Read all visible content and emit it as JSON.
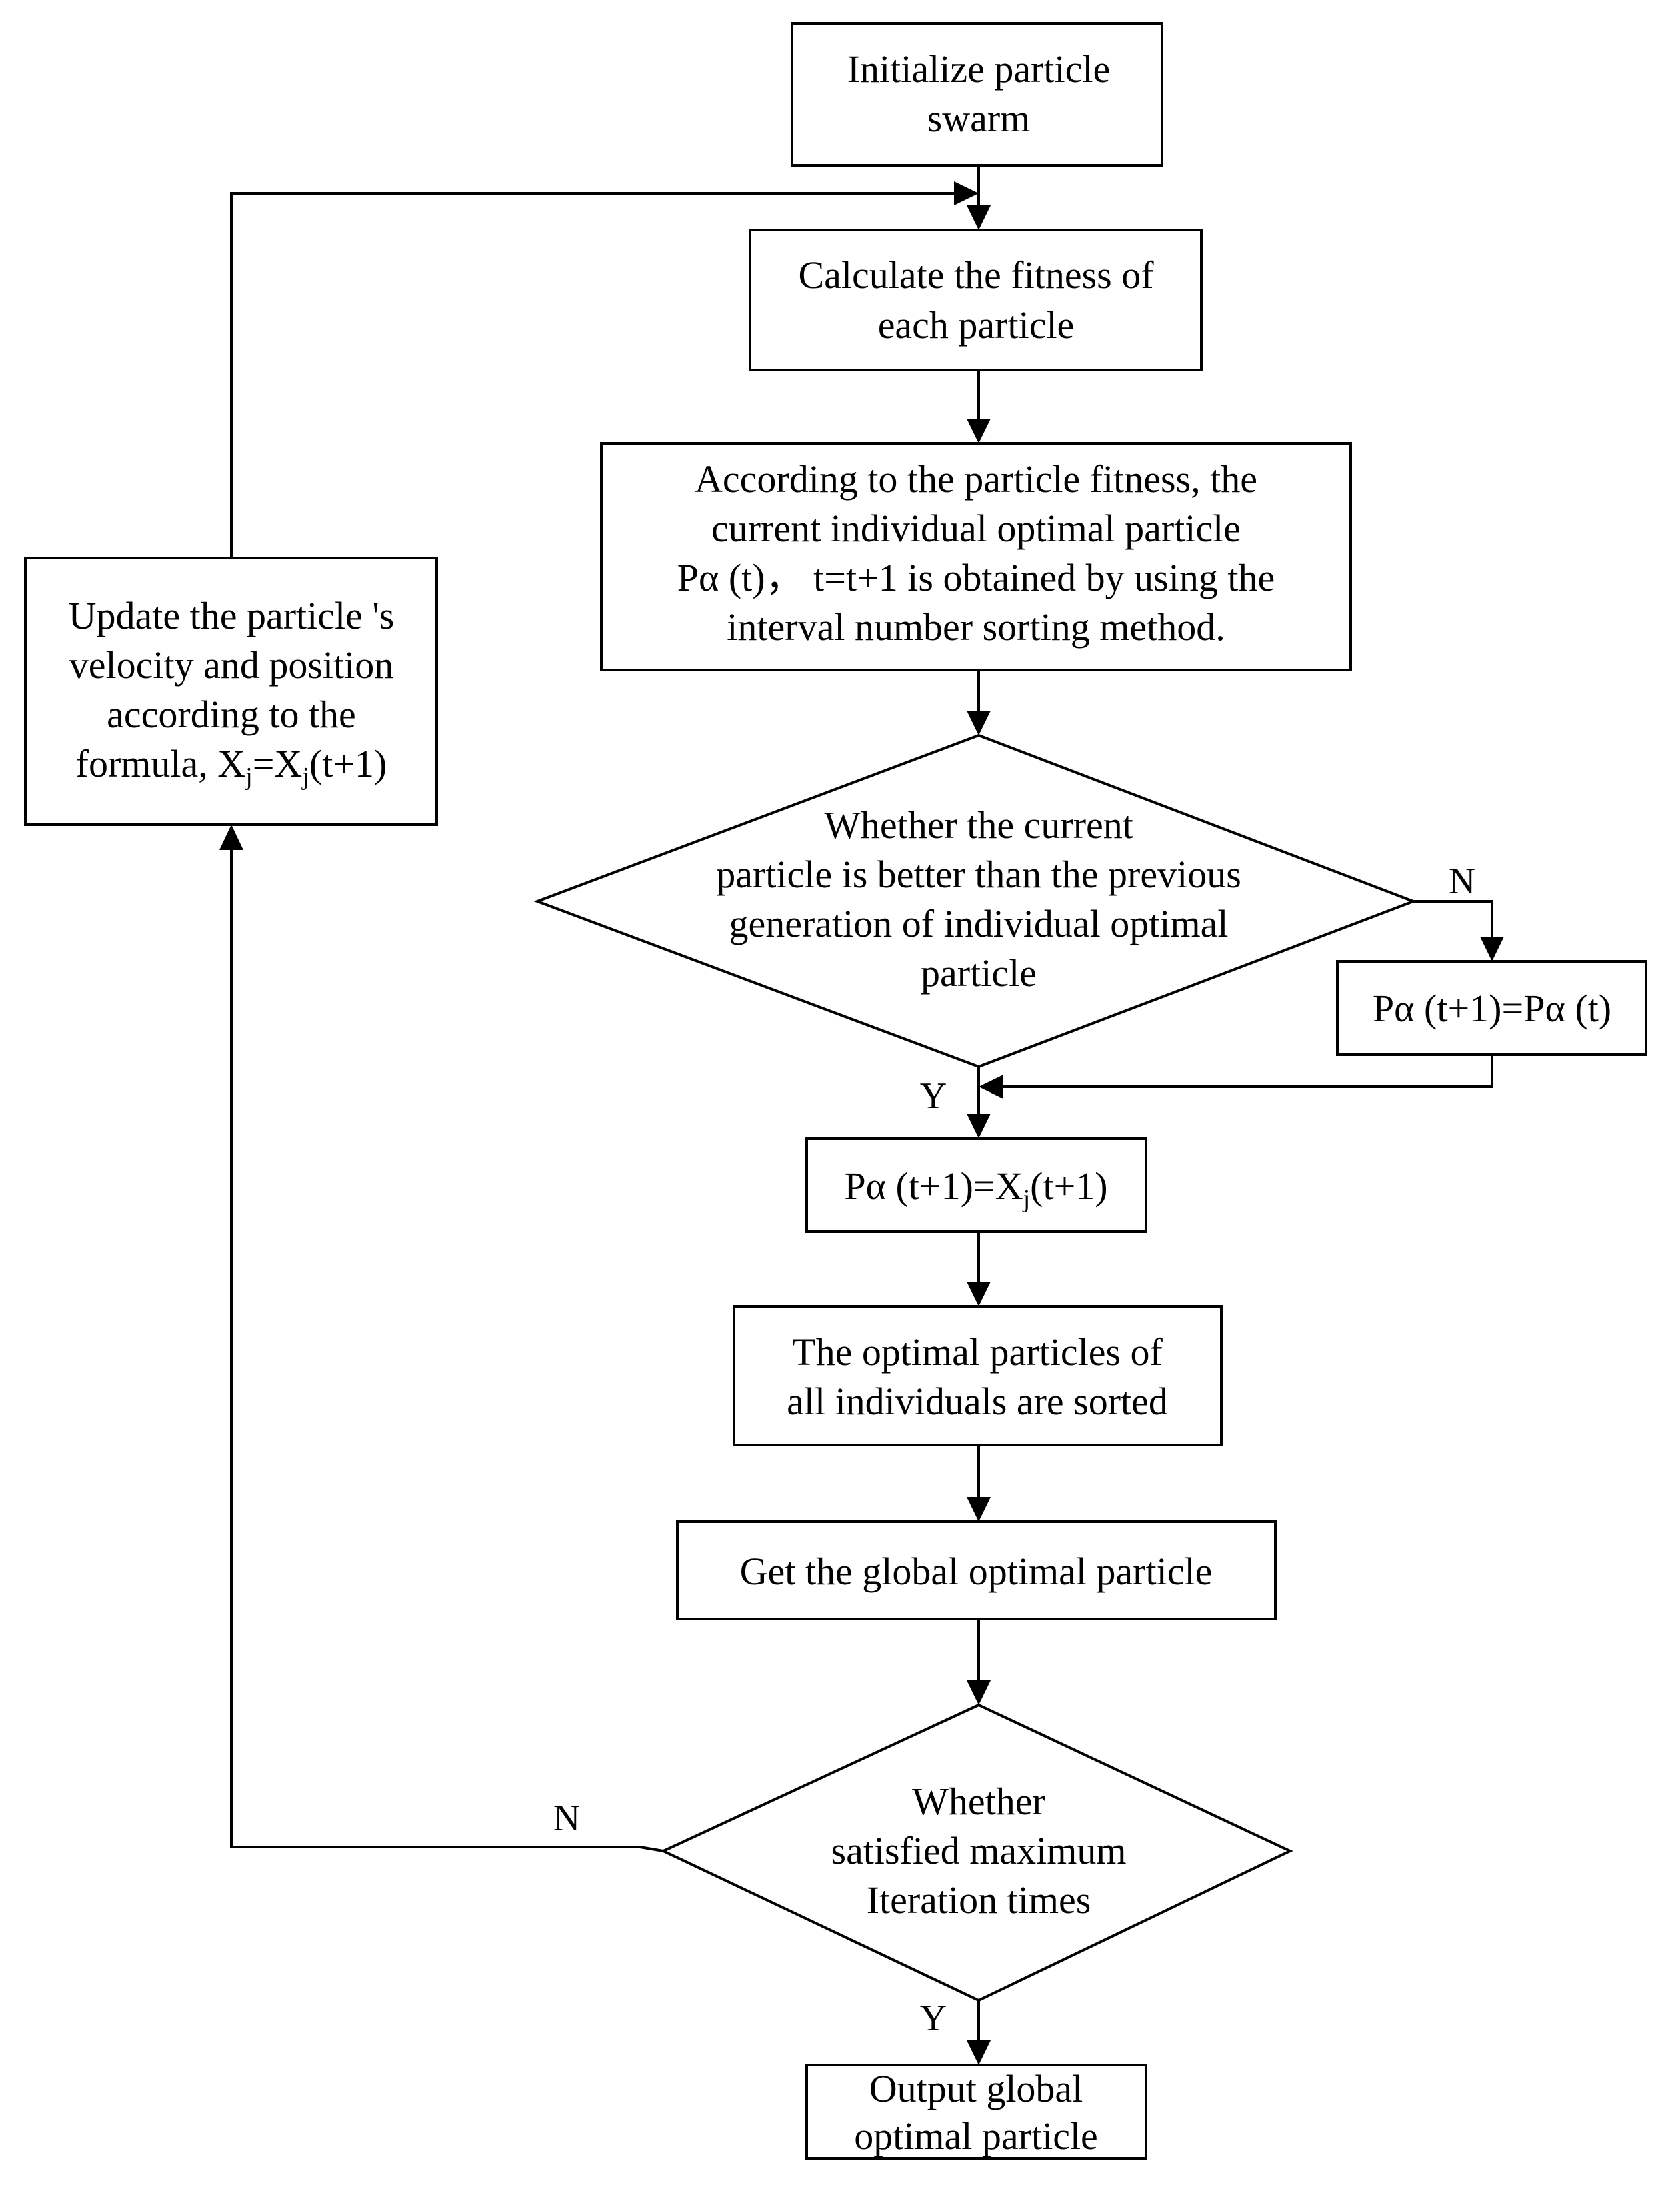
{
  "nodes": {
    "init": [
      "Initialize particle",
      "swarm"
    ],
    "fitness": [
      "Calculate the fitness of",
      "each particle"
    ],
    "individual": [
      "According to the particle fitness, the",
      "current individual optimal particle",
      "Pα (t)， t=t+1 is obtained by using the",
      "interval number sorting method."
    ],
    "decision1": [
      "Whether the current",
      "particle is better than the previous",
      "generation of individual optimal",
      "particle"
    ],
    "keep": "Pα (t+1)=Pα (t)",
    "assign": {
      "pre": "Pα (t+1)=X",
      "sub": "j",
      "post": "(t+1)"
    },
    "sort": [
      "The optimal particles of",
      "all individuals are sorted"
    ],
    "global": "Get the global optimal particle",
    "decision2": [
      "Whether",
      "satisfied maximum",
      "Iteration times"
    ],
    "output": [
      "Output global",
      "optimal particle"
    ],
    "update": {
      "lines": [
        "Update the particle 's",
        "velocity and position",
        "according to the"
      ],
      "formula": {
        "pre": "formula, X",
        "sub1": "j",
        "mid": "=X",
        "sub2": "j",
        "post": "(t+1)"
      }
    }
  },
  "edge_labels": {
    "d1_no": "N",
    "d1_yes": "Y",
    "d2_no": "N",
    "d2_yes": "Y"
  }
}
